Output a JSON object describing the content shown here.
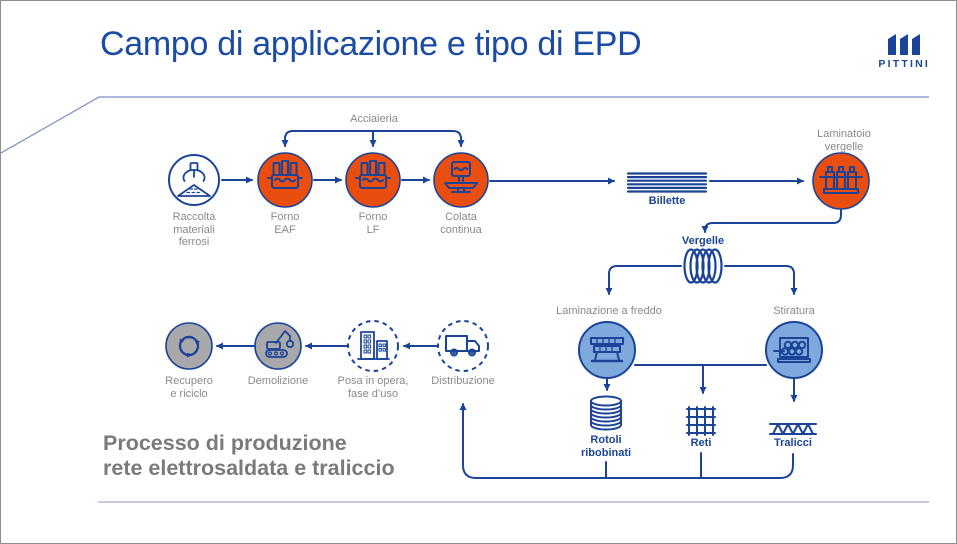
{
  "title": "Campo di applicazione e tipo di EPD",
  "brand": {
    "name": "PITTINI"
  },
  "caption": "Processo di produzione\nrete elettrosaldata e traliccio",
  "colors": {
    "accent_blue": "#1b4499",
    "title_blue": "#1a4ca6",
    "orange": "#e94e0e",
    "light_blue_fill": "#7fa9dc",
    "gray_fill": "#a8a8aa",
    "label_gray": "#8a8a8a",
    "footer_line": "#c5cbde"
  },
  "diagram": {
    "acciaieria": "Acciaieria",
    "raccolta": "Raccolta\nmateriali\nferrosi",
    "forno_eaf": "Forno\nEAF",
    "forno_lf": "Forno\nLF",
    "colata": "Colata\ncontinua",
    "billette": "Billette",
    "laminatoio": "Laminatoio\nvergelle",
    "vergelle": "Vergelle",
    "laminazione": "Laminazione a freddo",
    "stiratura": "Stiratura",
    "rotoli": "Rotoli\nribobinati",
    "reti": "Reti",
    "tralicci": "Tralicci",
    "distribuzione": "Distribuzione",
    "posa": "Posa in opera,\nfase d’uso",
    "demolizione": "Demolizione",
    "recupero": "Recupero\ne riciclo"
  }
}
